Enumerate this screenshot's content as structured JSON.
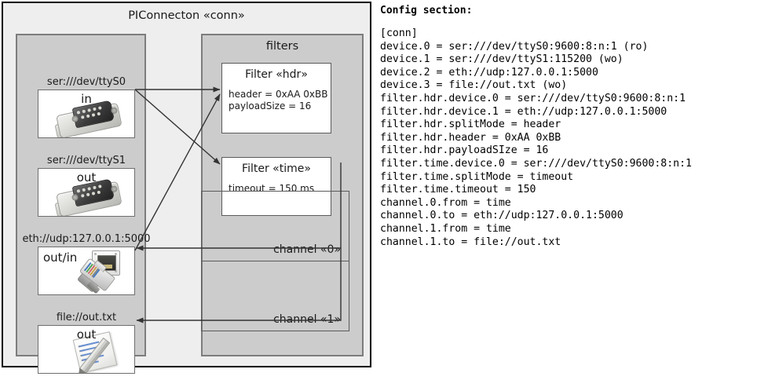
{
  "diagram": {
    "title": "PIConnecton «conn»",
    "devices_panel": {
      "items": [
        {
          "label": "ser:///dev/ttyS0",
          "direction": "in",
          "icon": "serial-db9-icon"
        },
        {
          "label": "ser:///dev/ttyS1",
          "direction": "out",
          "icon": "serial-db9-icon"
        },
        {
          "label": "eth://udp:127.0.0.1:5000",
          "direction": "out/in",
          "icon": "ethernet-jack-icon"
        },
        {
          "label": "file://out.txt",
          "direction": "out",
          "icon": "document-pencil-icon"
        }
      ]
    },
    "filters_panel": {
      "title": "filters",
      "filters": [
        {
          "title": "Filter «hdr»",
          "props": [
            "header = 0xAA 0xBB",
            "payloadSize = 16"
          ]
        },
        {
          "title": "Filter «time»",
          "props": [
            "timeout = 150 ms"
          ]
        }
      ],
      "channels": [
        {
          "label": "channel «0»"
        },
        {
          "label": "channel «1»"
        }
      ]
    }
  },
  "config": {
    "heading": "Config section:",
    "lines": [
      "[conn]",
      "device.0 = ser:///dev/ttyS0:9600:8:n:1 (ro)",
      "device.1 = ser:///dev/ttyS1:115200 (wo)",
      "device.2 = eth://udp:127.0.0.1:5000",
      "device.3 = file://out.txt (wo)",
      "filter.hdr.device.0 = ser:///dev/ttyS0:9600:8:n:1",
      "filter.hdr.device.1 = eth://udp:127.0.0.1:5000",
      "filter.hdr.splitMode = header",
      "filter.hdr.header = 0xAA 0xBB",
      "filter.hdr.payloadSIze = 16",
      "filter.time.device.0 = ser:///dev/ttyS0:9600:8:n:1",
      "filter.time.splitMode = timeout",
      "filter.time.timeout = 150",
      "channel.0.from = time",
      "channel.0.to = eth://udp:127.0.0.1:5000",
      "channel.1.from = time",
      "channel.1.to = file://out.txt"
    ]
  },
  "colors": {
    "canvas": "#ffffff",
    "frame_bg": "#eeeeee",
    "panel_bg": "#cccccc",
    "panel_border": "#7d7d7d",
    "box_bg": "#ffffff",
    "line": "#333333"
  }
}
